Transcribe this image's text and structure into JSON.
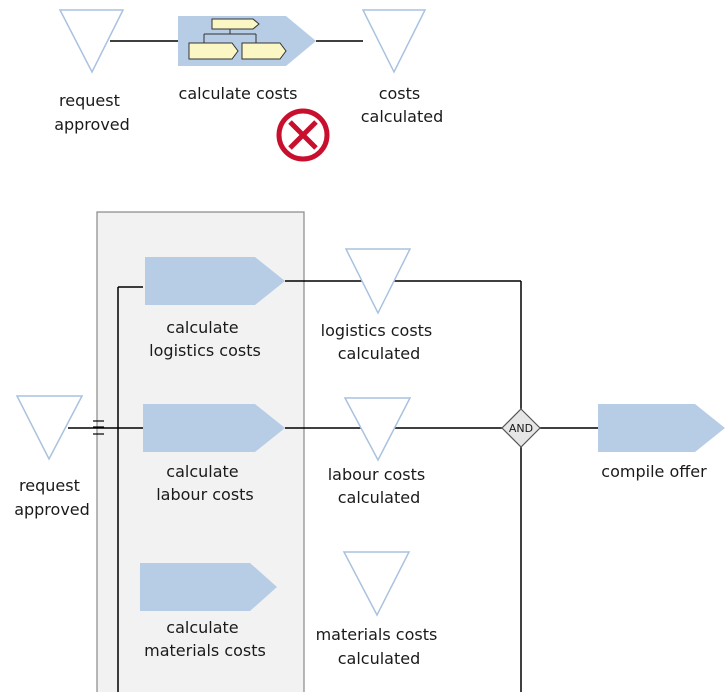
{
  "top_process": {
    "start_event": [
      "request",
      "approved"
    ],
    "function": [
      "calculate costs"
    ],
    "end_event": [
      "costs",
      "calculated"
    ]
  },
  "bottom_process": {
    "start_event": [
      "request",
      "approved"
    ],
    "functions": {
      "logistics": [
        "calculate",
        "logistics costs"
      ],
      "labour": [
        "calculate",
        "labour costs"
      ],
      "materials": [
        "calculate",
        "materials costs"
      ]
    },
    "events": {
      "logistics": [
        "logistics costs",
        "calculated"
      ],
      "labour": [
        "labour costs",
        "calculated"
      ],
      "materials": [
        "materials costs",
        "calculated"
      ]
    },
    "connector": "AND",
    "final_function": [
      "compile offer"
    ]
  },
  "colors": {
    "function_fill": "#b7cde6",
    "event_stroke": "#a9c2df",
    "sub_box_fill": "#fbf7c4",
    "error_red": "#c8102e",
    "group_fill": "#f2f2f2",
    "group_stroke": "#888888",
    "line": "#000000",
    "connector_fill": "#e6e6e6"
  }
}
